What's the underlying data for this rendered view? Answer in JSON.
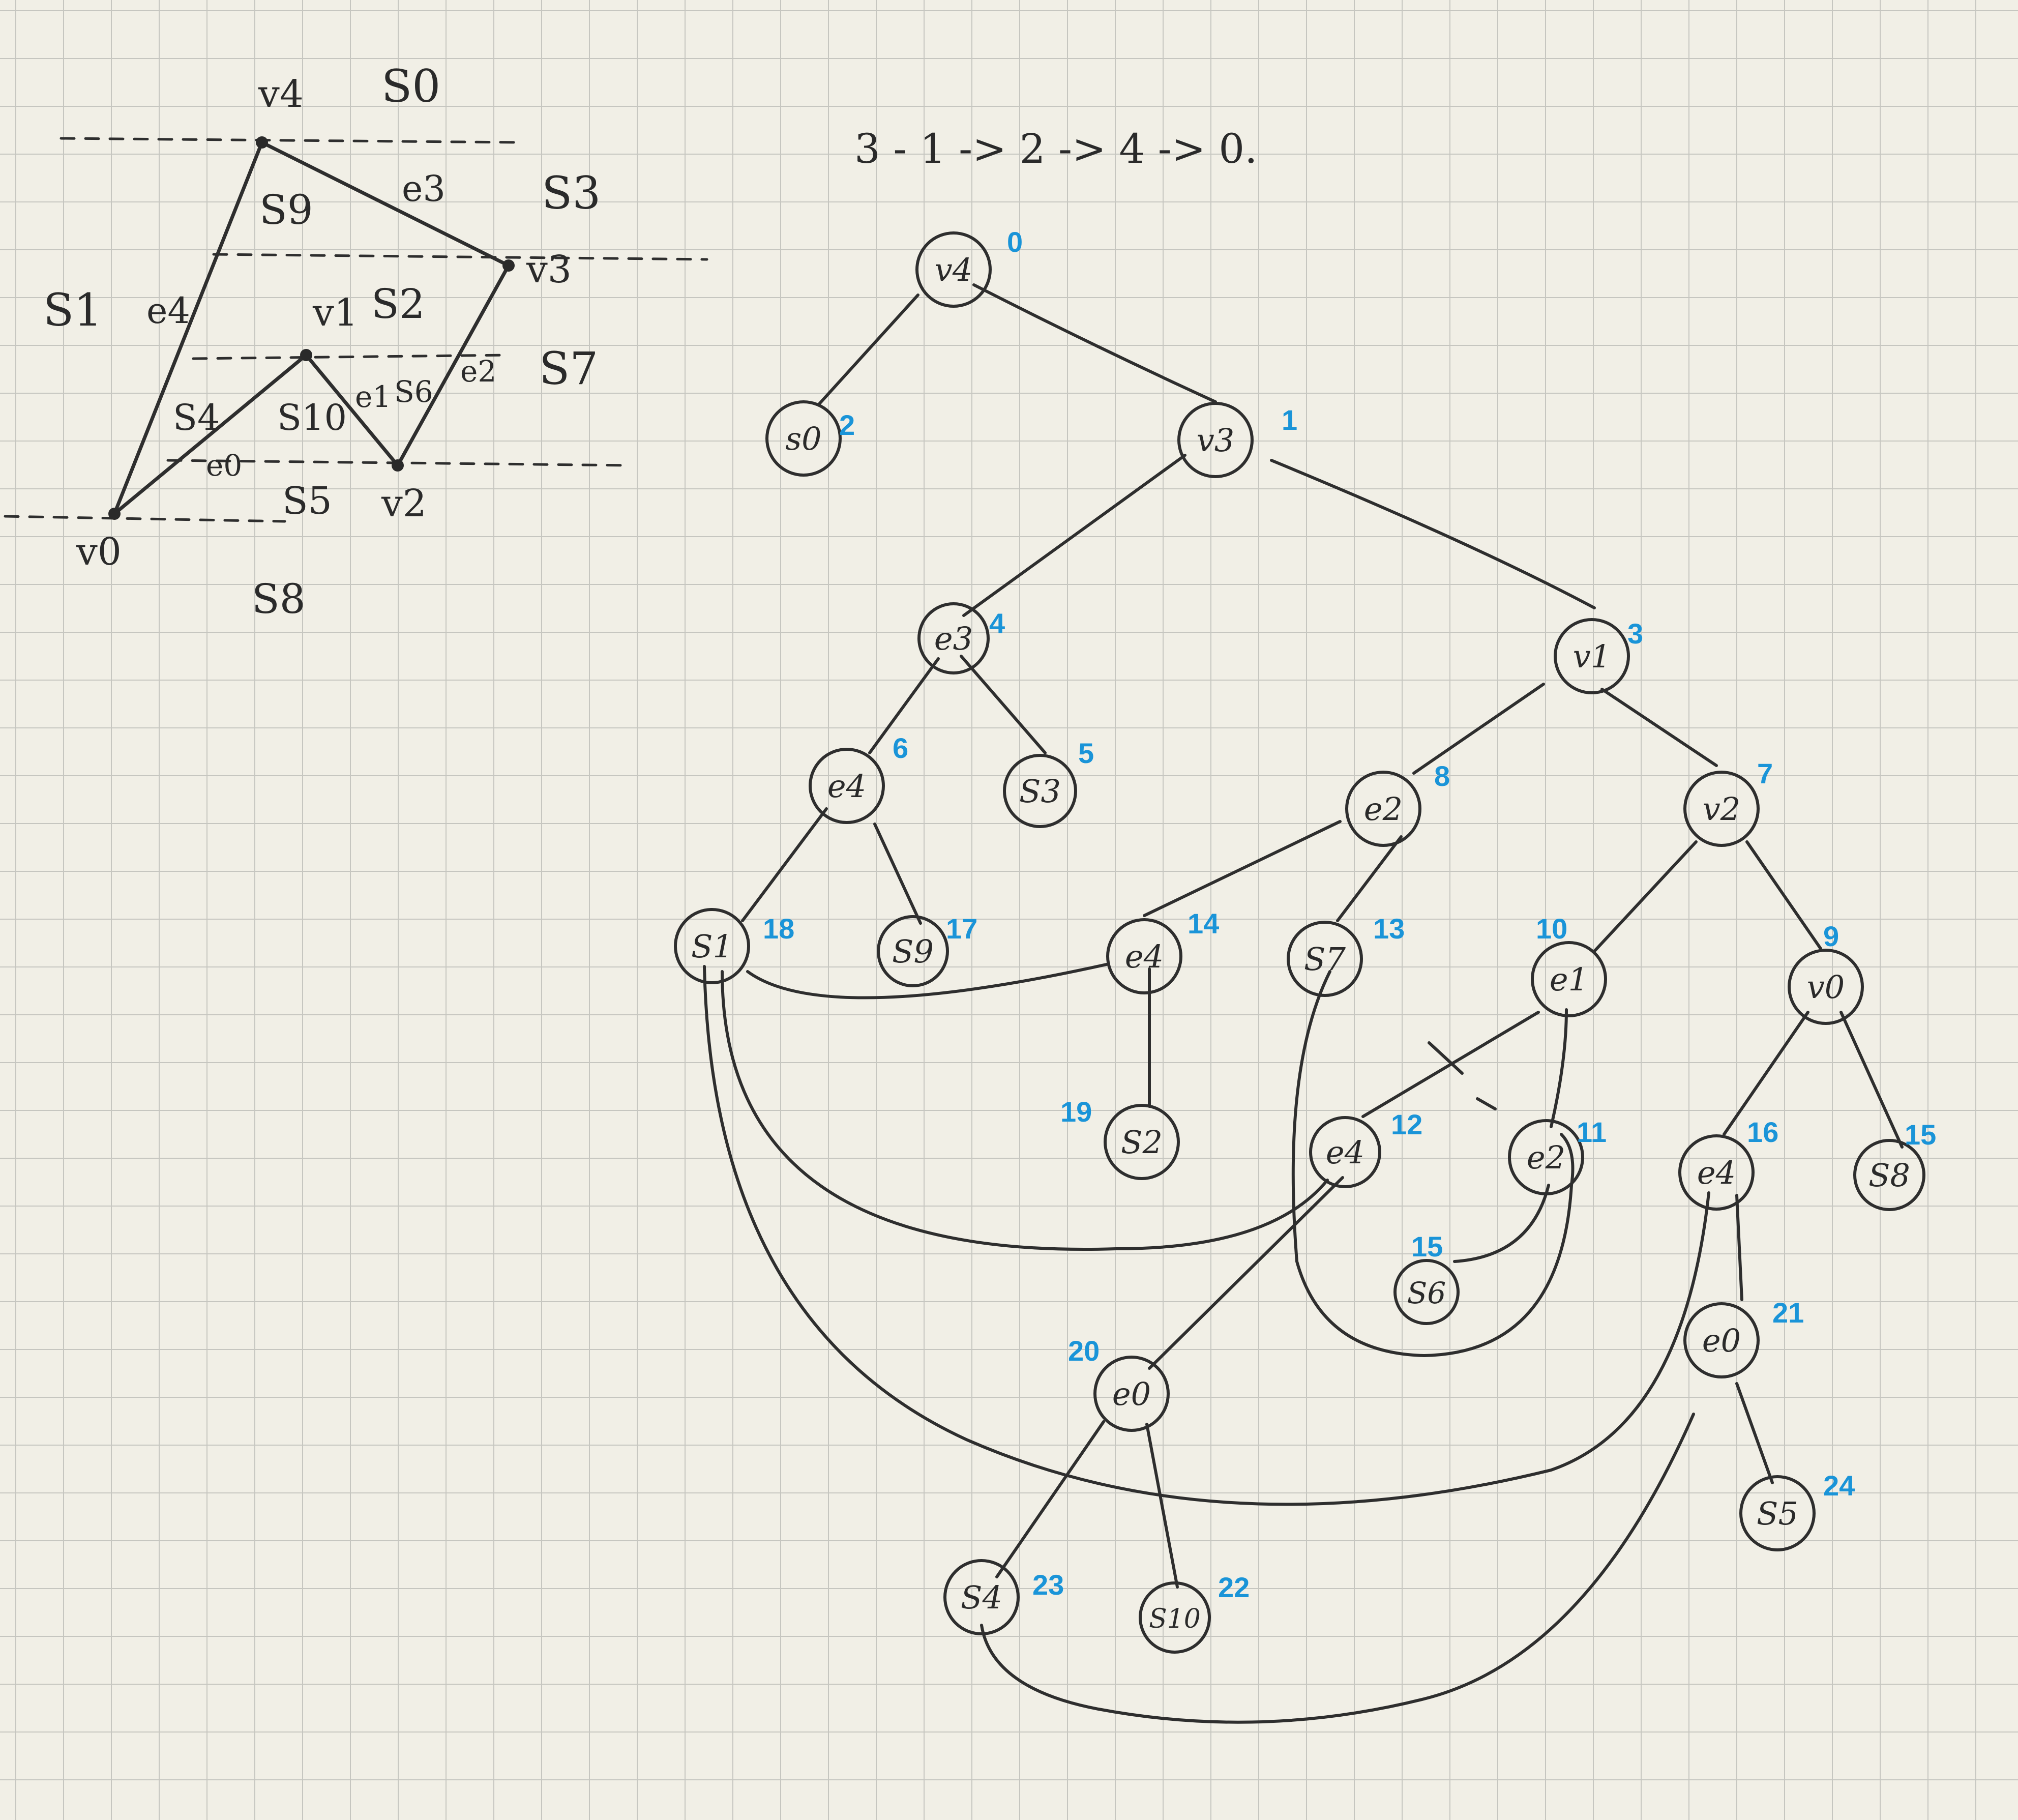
{
  "accent_colors": {
    "ink": "#2e2e2e",
    "index_label": "#1a94d8",
    "paper": "#f1efe6",
    "grid": "#c6c6c0"
  },
  "order_note": "3 - 1 -> 2 -> 4 -> 0.",
  "sketch": {
    "vertices": [
      "v4",
      "v3",
      "v1",
      "v2",
      "v0"
    ],
    "edges": [
      "e3",
      "e4",
      "e1",
      "e2",
      "e0"
    ],
    "regions": [
      "S0",
      "S3",
      "S9",
      "S1",
      "S2",
      "S7",
      "S4",
      "S10",
      "S6",
      "S5",
      "S8"
    ]
  },
  "tree": {
    "nodes": [
      {
        "label": "v4",
        "index": "0"
      },
      {
        "label": "s0",
        "index": "2"
      },
      {
        "label": "v3",
        "index": "1"
      },
      {
        "label": "e3",
        "index": "4"
      },
      {
        "label": "v1",
        "index": "3"
      },
      {
        "label": "e4",
        "index": "6"
      },
      {
        "label": "S3",
        "index": "5"
      },
      {
        "label": "e2",
        "index": "8"
      },
      {
        "label": "v2",
        "index": "7"
      },
      {
        "label": "S1",
        "index": "18"
      },
      {
        "label": "S9",
        "index": "17"
      },
      {
        "label": "e4",
        "index": "14"
      },
      {
        "label": "S7",
        "index": "13"
      },
      {
        "label": "e1",
        "index": "10"
      },
      {
        "label": "v0",
        "index": "9"
      },
      {
        "label": "S2",
        "index": "19"
      },
      {
        "label": "e4",
        "index": "12"
      },
      {
        "label": "e2",
        "index": "11"
      },
      {
        "label": "e4",
        "index": "16"
      },
      {
        "label": "S8",
        "index": "15"
      },
      {
        "label": "S6",
        "index": "15"
      },
      {
        "label": "e0",
        "index": "20"
      },
      {
        "label": "e0",
        "index": "21"
      },
      {
        "label": "S5",
        "index": "24"
      },
      {
        "label": "S4",
        "index": "23"
      },
      {
        "label": "S10",
        "index": "22"
      }
    ]
  }
}
